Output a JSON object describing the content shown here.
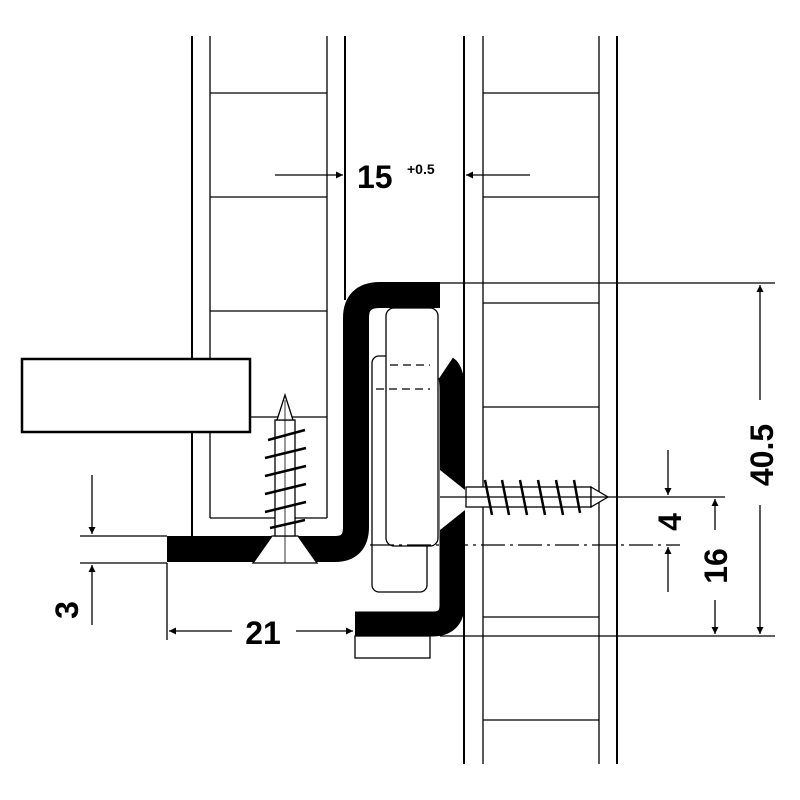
{
  "title": "Drawer runner mounting dimensions",
  "dimensions": {
    "gap_width": "15",
    "gap_tolerance": "+0.5",
    "height": "40.5",
    "screw_offset": "4",
    "screw_height": "16",
    "base_thickness": "3",
    "setback": "21"
  },
  "colors": {
    "line": "#000000",
    "background": "#ffffff"
  }
}
